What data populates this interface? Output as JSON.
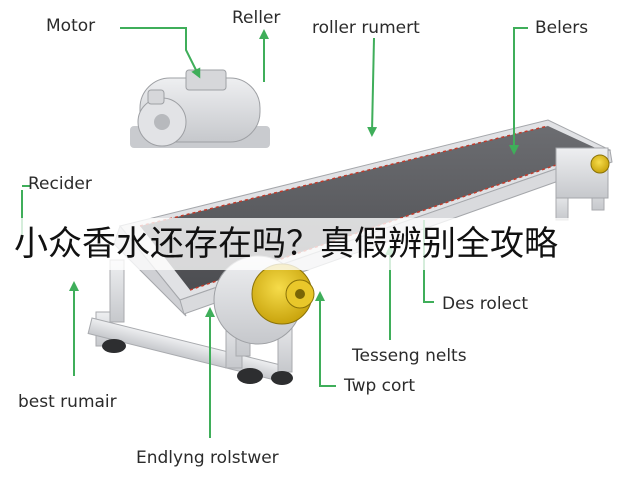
{
  "labels": {
    "motor": "Motor",
    "reller": "Reller",
    "roller_rumert": "roller rumert",
    "belers": "Belers",
    "recider": "Recider",
    "des_rolect": "Des rolect",
    "tesseng_nelts": "Tesseng nelts",
    "twp_cort": "Twp cort",
    "best_rumair": "best rumair",
    "endlyng_rolstwer": "Endlyng rolstwer"
  },
  "overlay_title": "小众香水还存在吗？真假辨别全攻略",
  "colors": {
    "arrow": "#3fae5a",
    "belt": "#5e5f63",
    "frame": "#d6d7da",
    "accent": "#e3c21a",
    "text": "#2b2b2b"
  }
}
